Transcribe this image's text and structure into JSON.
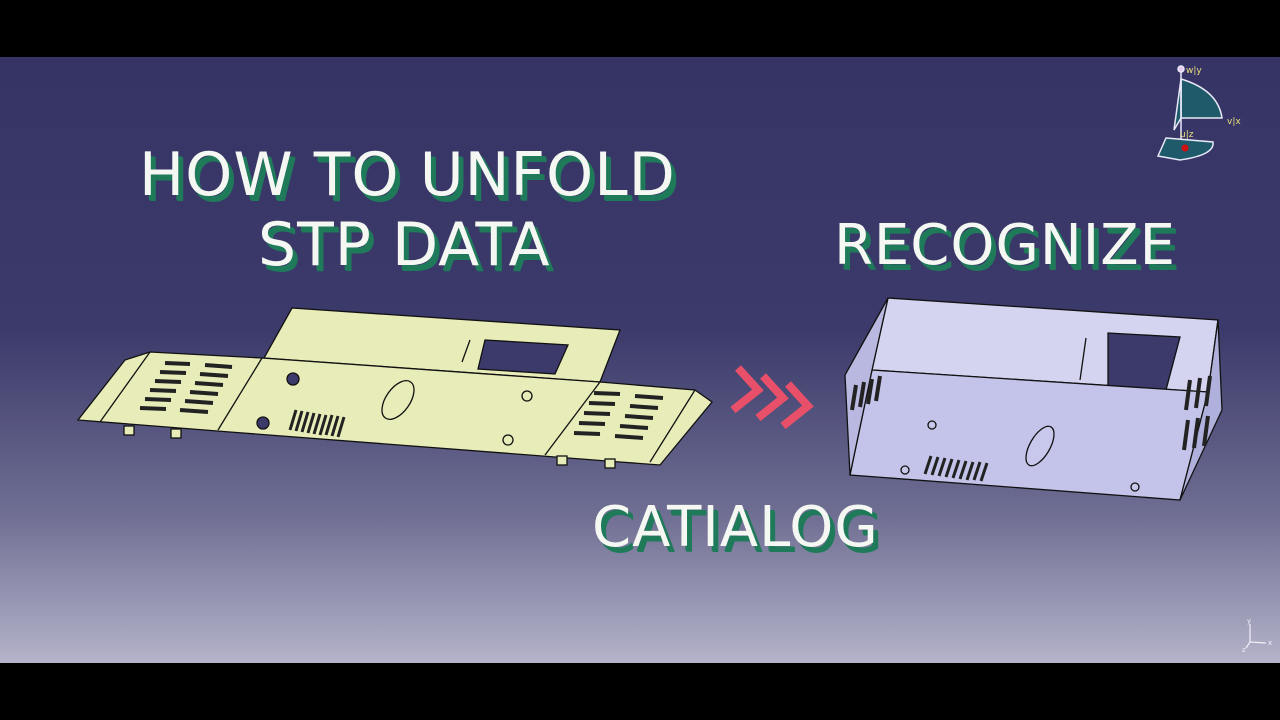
{
  "headline": {
    "line1": "HOW TO UNFOLD",
    "line2": "STP DATA"
  },
  "label_recognize": "RECOGNIZE",
  "label_brand": "CATIALOG",
  "compass": {
    "w_axis": "w|y",
    "v_axis": "v|x",
    "u_axis": "u|z"
  },
  "axis_triad": {
    "y": "y",
    "x": "x",
    "z": "z"
  },
  "colors": {
    "background_top": "#363464",
    "background_bottom": "#b4b3c9",
    "flat_part": "#e8ecb8",
    "box_part": "#c8c8ec",
    "arrow": "#e8506a",
    "text_shadow": "#1f7a5a"
  }
}
